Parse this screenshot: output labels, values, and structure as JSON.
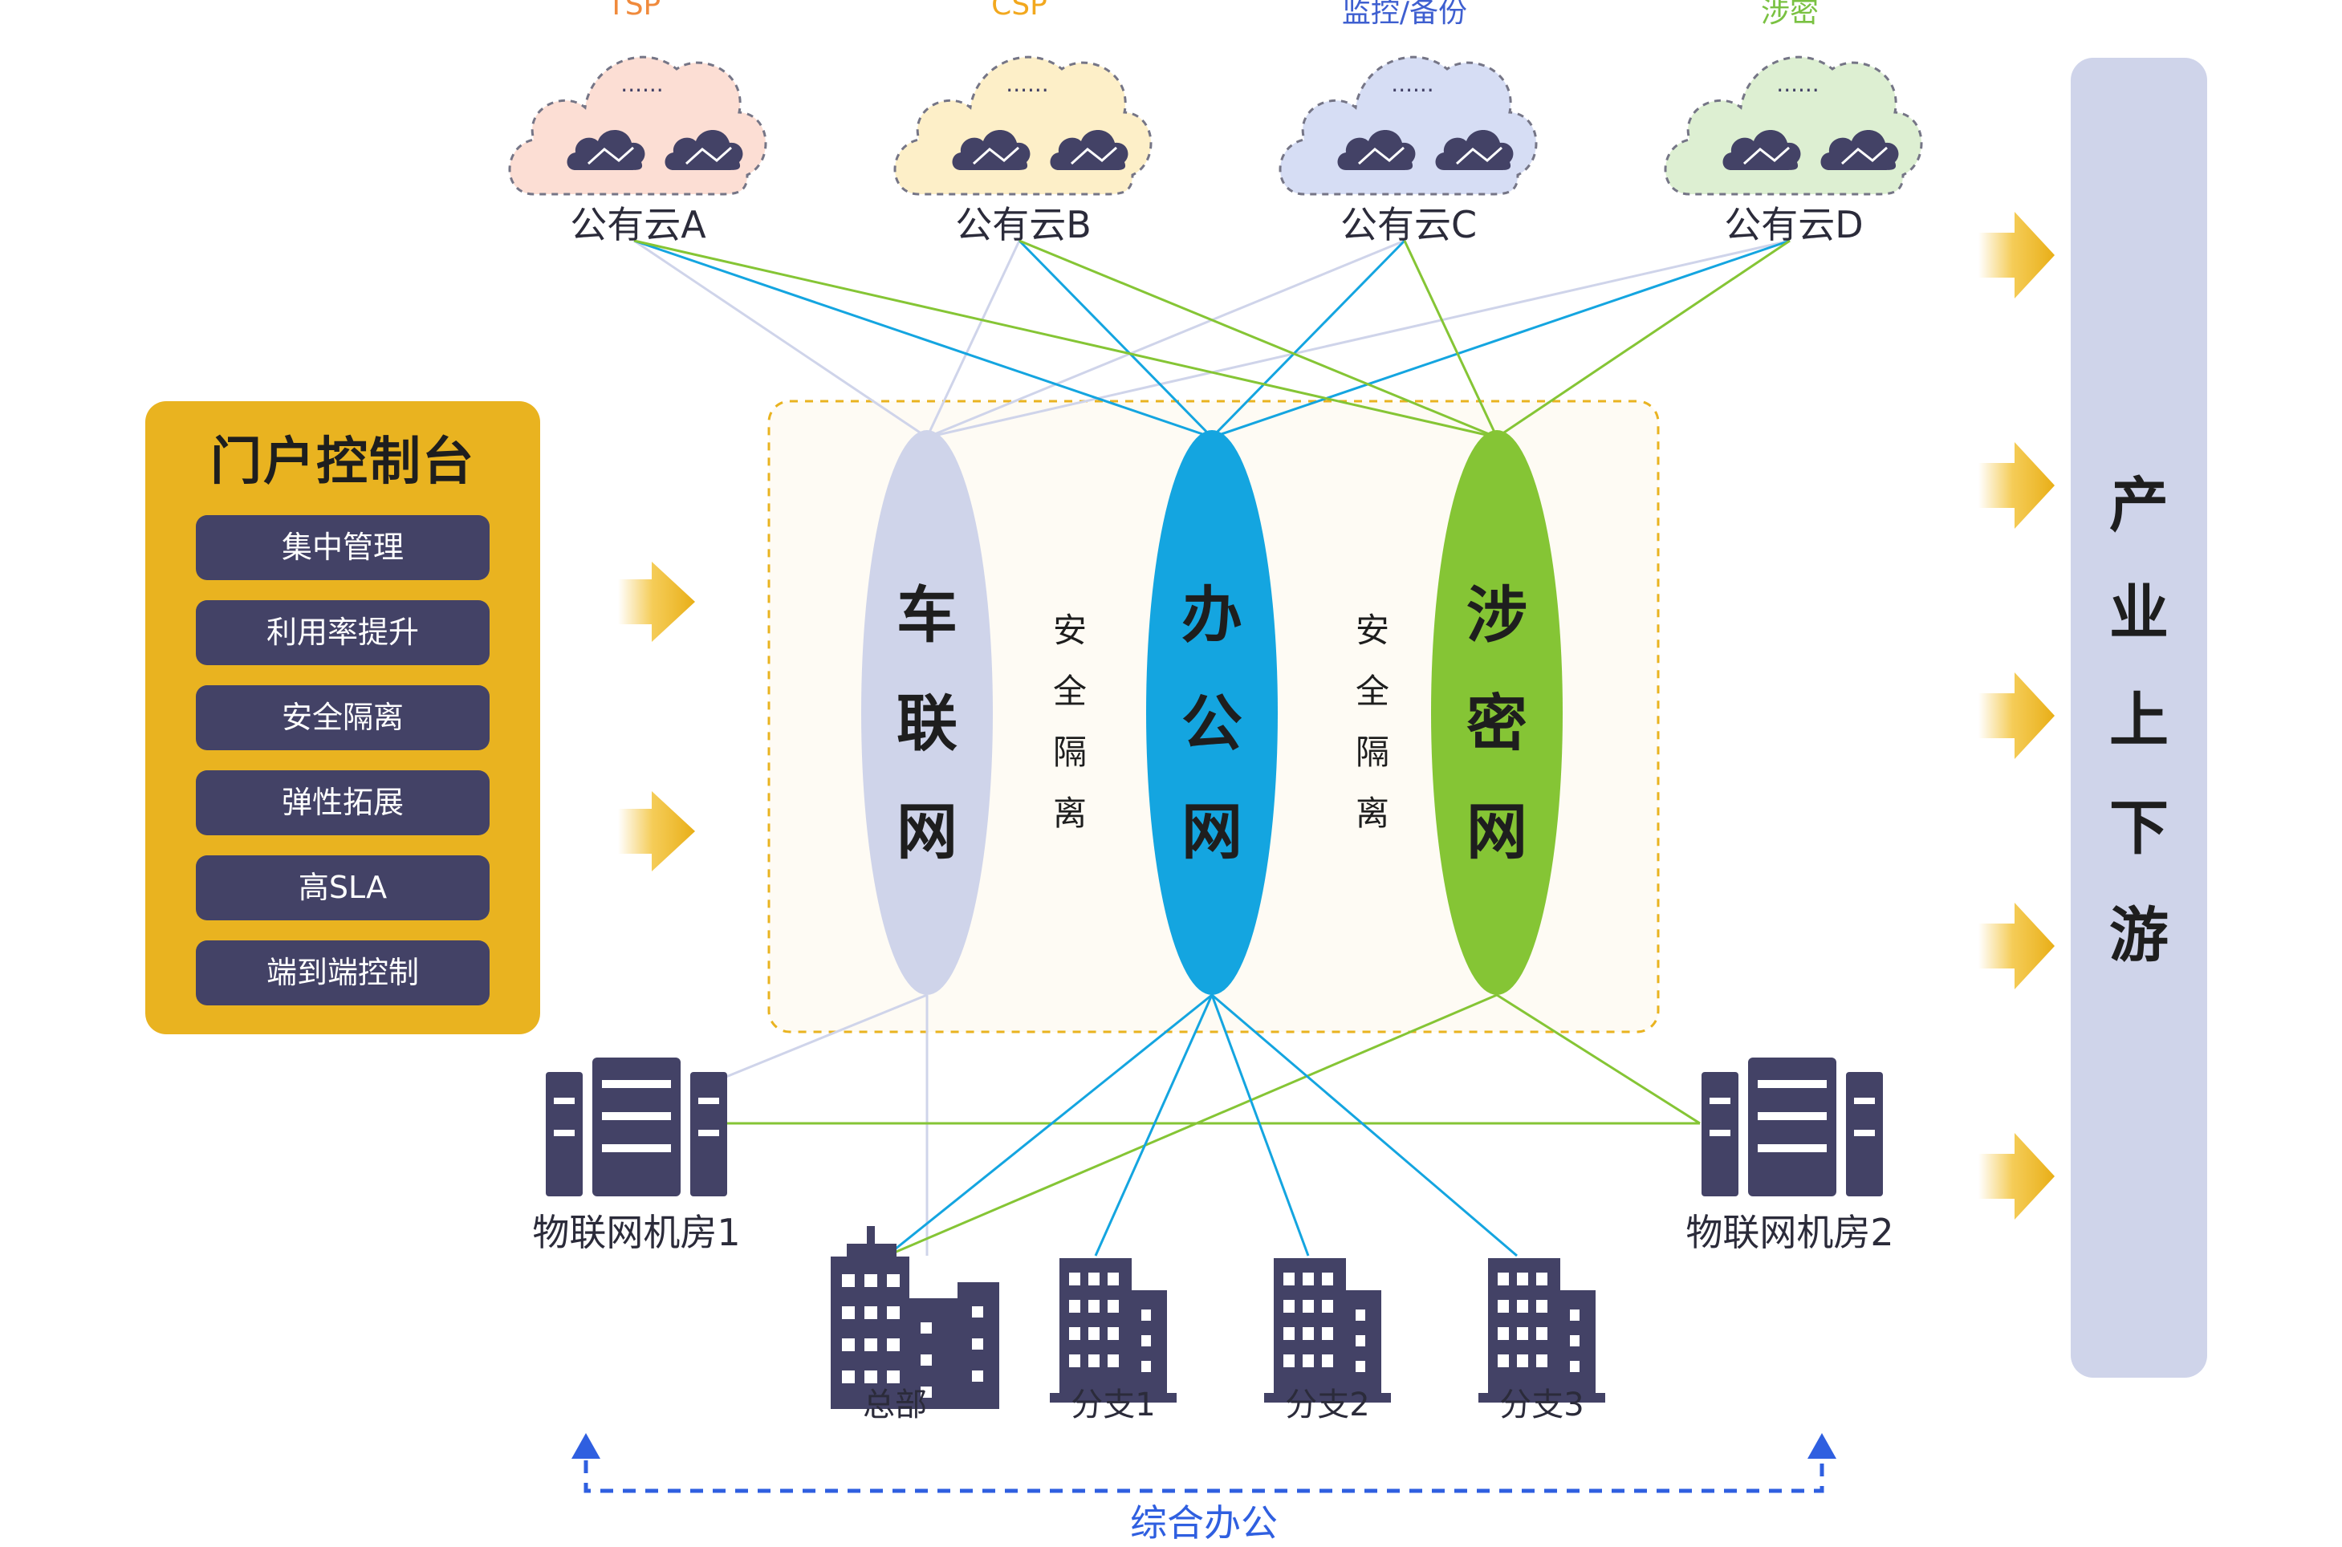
{
  "colors": {
    "gold": "#E9B320",
    "navy": "#434266",
    "blue": "#14A5E0",
    "green": "#85C535",
    "lavender": "#CFD4EA",
    "dashed_blue": "#2F5FE0"
  },
  "clouds": [
    {
      "top_label": "TSP",
      "name": "公有云A",
      "dots": "......",
      "color": "#F08A3C",
      "fill": "#FCDDD2"
    },
    {
      "top_label": "CSP",
      "name": "公有云B",
      "dots": "......",
      "color": "#F2A81E",
      "fill": "#FDEFC6"
    },
    {
      "top_label": "监控/备份",
      "name": "公有云C",
      "dots": "......",
      "color": "#3E5FD0",
      "fill": "#D4DCF4"
    },
    {
      "top_label": "涉密",
      "name": "公有云D",
      "dots": "......",
      "color": "#7AC142",
      "fill": "#DCEFD0"
    }
  ],
  "portal": {
    "title": "门户控制台",
    "items": [
      "集中管理",
      "利用率提升",
      "安全隔离",
      "弹性拓展",
      "高SLA",
      "端到端控制"
    ]
  },
  "networks": [
    {
      "chars": [
        "车",
        "联",
        "网"
      ],
      "color": "#CFD4EA"
    },
    {
      "chars": [
        "办",
        "公",
        "网"
      ],
      "color": "#14A5E0"
    },
    {
      "chars": [
        "涉",
        "密",
        "网"
      ],
      "color": "#85C535"
    }
  ],
  "isolation": [
    {
      "chars": [
        "安",
        "全",
        "隔",
        "离"
      ]
    },
    {
      "chars": [
        "安",
        "全",
        "隔",
        "离"
      ]
    }
  ],
  "datacenters": [
    {
      "name": "物联网机房1"
    },
    {
      "name": "物联网机房2"
    }
  ],
  "offices": [
    {
      "name": "总部"
    },
    {
      "name": "分支1"
    },
    {
      "name": "分支2"
    },
    {
      "name": "分支3"
    }
  ],
  "industry": {
    "chars": [
      "产",
      "业",
      "上",
      "下",
      "游"
    ]
  },
  "bottom_label": "综合办公"
}
